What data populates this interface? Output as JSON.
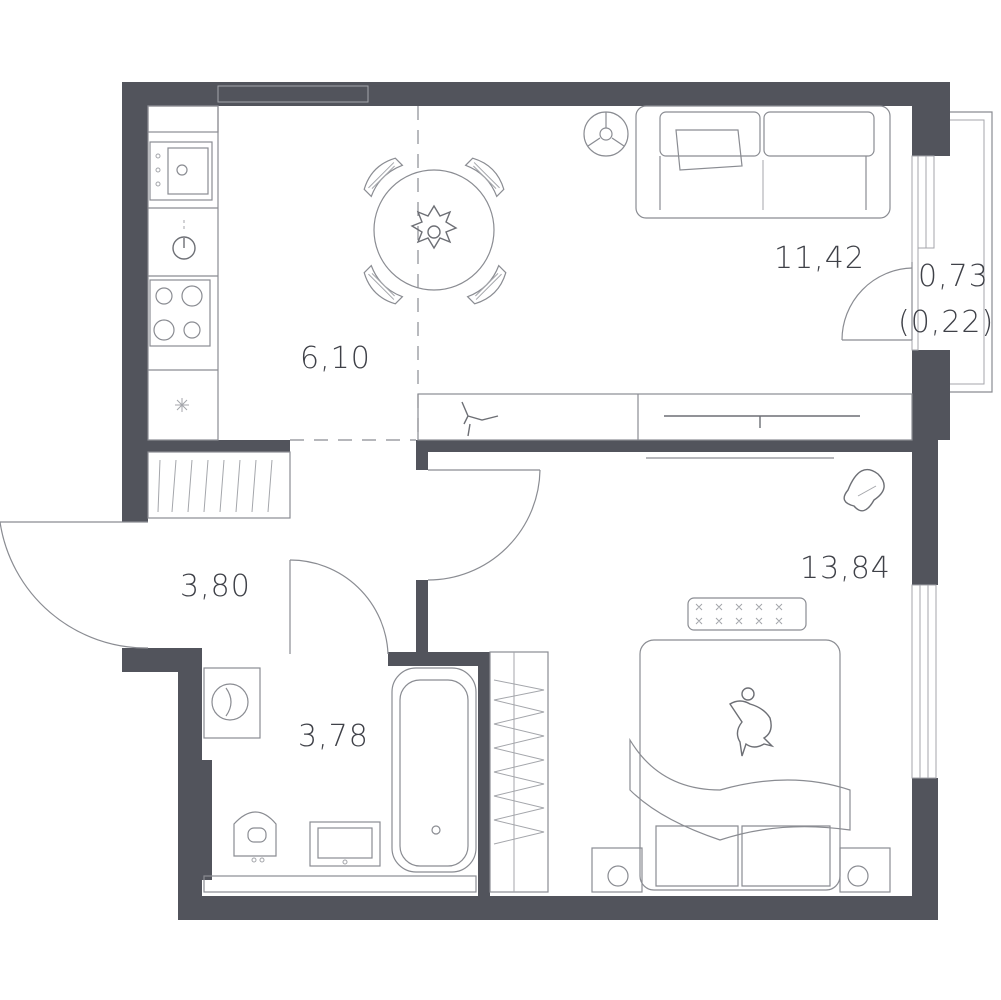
{
  "rooms": {
    "kitchen": {
      "area": "6,10"
    },
    "living": {
      "area": "11,42"
    },
    "balcony": {
      "area": "0,73",
      "area_reduced": "(0,22)"
    },
    "hall": {
      "area": "3,80"
    },
    "bathroom": {
      "area": "3,78"
    },
    "bedroom": {
      "area": "13,84"
    }
  },
  "icons": [
    "sink-icon",
    "faucet-icon",
    "stove-icon",
    "fridge-icon",
    "dining-table-icon",
    "flower-vase-icon",
    "sofa-icon",
    "armchair-icon",
    "tv-icon",
    "plant-icon",
    "bed-icon",
    "pillow-icon",
    "cat-icon",
    "bathtub-icon",
    "washbasin-icon",
    "toilet-icon",
    "washing-machine-icon",
    "wardrobe-icon",
    "lamp-icon"
  ],
  "colors": {
    "wall": "#52545c",
    "furniture_line": "#8a8c92",
    "background": "#ffffff"
  }
}
